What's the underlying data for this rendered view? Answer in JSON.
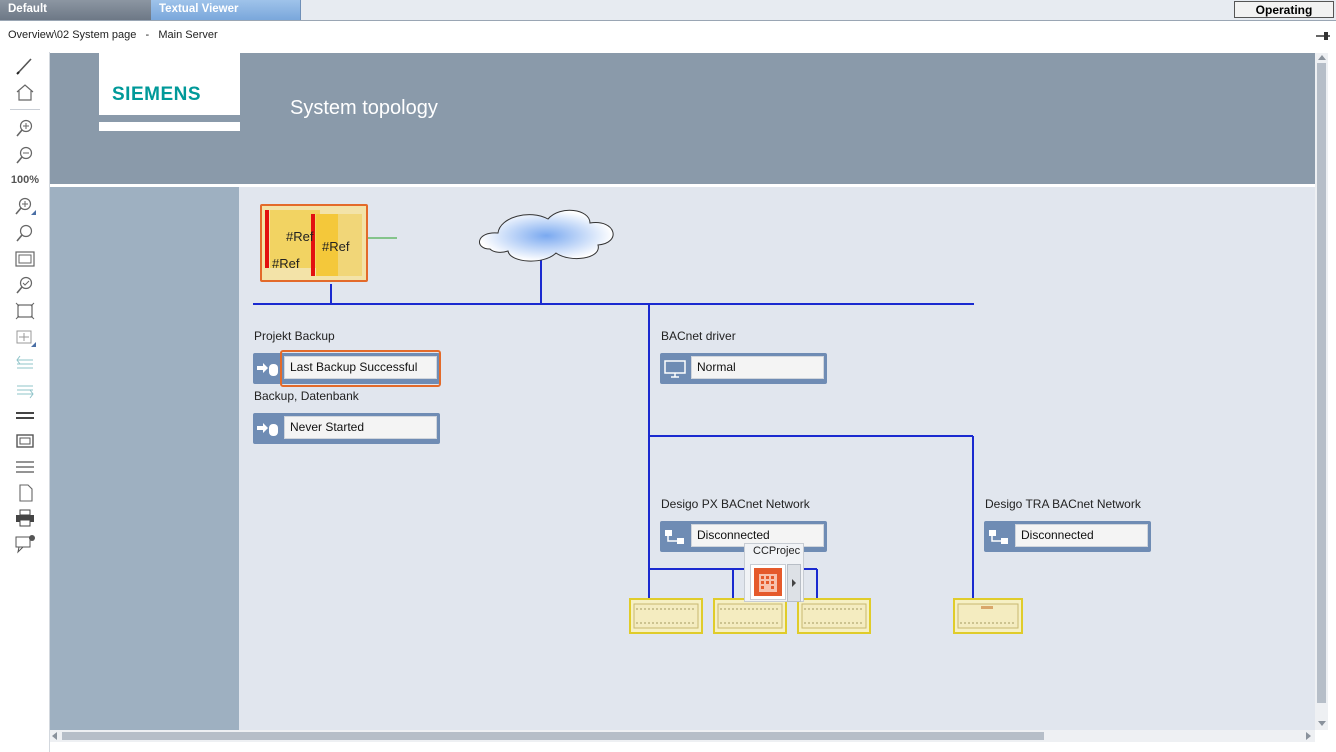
{
  "tabs": [
    {
      "label": "Default"
    },
    {
      "label": "Textual Viewer"
    }
  ],
  "mode_button": "Operating",
  "breadcrumb": "Overview\\02 System page   -   Main Server",
  "toolbar": {
    "zoom_level": "100%",
    "icons": [
      "pen-icon",
      "home-icon",
      "zoom-in-icon",
      "zoom-out-icon",
      "zoom-options-icon",
      "search-icon",
      "fit-window-icon",
      "zoom-select-icon",
      "full-extent-icon",
      "layers-icon",
      "align-left-icon",
      "align-right-icon",
      "lines-icon",
      "frame-icon",
      "list-icon",
      "page-icon",
      "print-icon",
      "comment-icon"
    ]
  },
  "header": {
    "logo": "SIEMENS",
    "title": "System topology"
  },
  "ref_block": {
    "ref1": "#Ref",
    "ref2": "#Ref",
    "ref3": "#Ref"
  },
  "widgets": {
    "projekt_backup": {
      "label": "Projekt Backup",
      "value": "Last Backup Successful"
    },
    "backup_datenbank": {
      "label": "Backup, Datenbank",
      "value": "Never Started"
    },
    "bacnet_driver": {
      "label": "BACnet driver",
      "value": "Normal"
    },
    "desigo_px": {
      "label": "Desigo PX BACnet Network",
      "value": "Disconnected"
    },
    "desigo_tra": {
      "label": "Desigo TRA BACnet Network",
      "value": "Disconnected"
    }
  },
  "popup": {
    "label": "CCProjec"
  },
  "colors": {
    "network_line": "#1a2ad0",
    "header_bg": "#8a9aaa",
    "canvas_bg": "#e1e6ee",
    "widget_bg": "#6f8cb4",
    "highlight": "#e36a2a",
    "siemens": "#009999"
  }
}
